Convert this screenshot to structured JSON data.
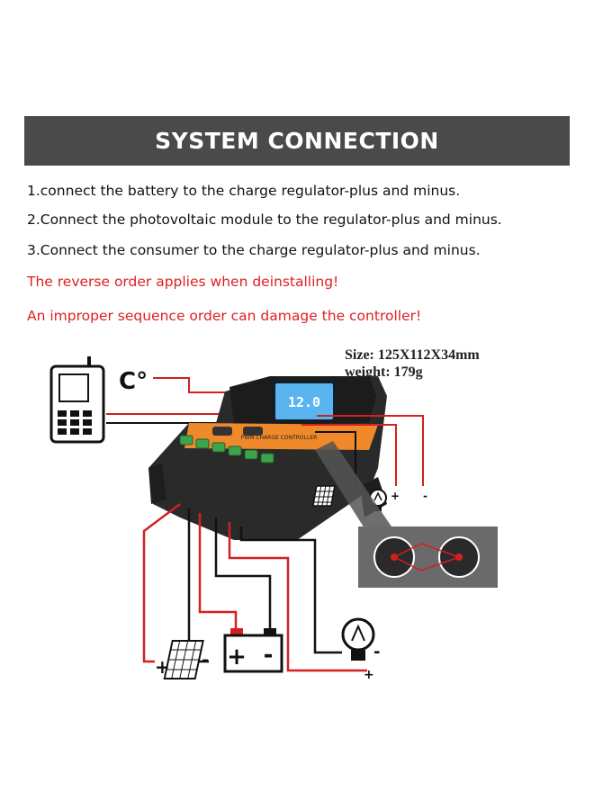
{
  "title": "SYSTEM CONNECTION",
  "steps": [
    "1.connect the battery to the charge regulator-plus and minus.",
    "2.Connect the photovoltaic module to the regulator-plus and minus.",
    "3.Connect the consumer to the charge regulator-plus and minus."
  ],
  "warnings": [
    "The reverse order applies when deinstalling!",
    "An improper sequence order can damage the controller!"
  ],
  "specs": {
    "size": "Size:  125X112X34mm",
    "weight": "weight:  179g"
  },
  "diagram": {
    "temp_symbol": "C°",
    "lcd_reading": "12.0",
    "device_label": "PWM CHARGE CONTROLLER",
    "plus_sign": "+",
    "minus_sign": "-",
    "icons": [
      "mobile-phone-icon",
      "temperature-sensor-icon",
      "solar-panel-icon",
      "battery-icon",
      "light-bulb-icon"
    ],
    "colors": {
      "positive_wire": "#d42020",
      "negative_wire": "#111111",
      "device_body": "#2a2a2a",
      "accent": "#f0892a",
      "lcd": "#5ab4f0",
      "banner": "#4a4a4a"
    }
  }
}
